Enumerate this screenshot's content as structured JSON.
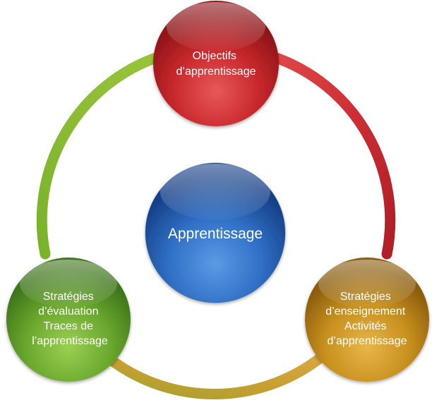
{
  "diagram": {
    "center": {
      "label": "Apprentissage",
      "color": "#2f6ec4"
    },
    "nodes": [
      {
        "id": "objectifs",
        "lines": [
          "Objectifs",
          "d’apprentissage"
        ],
        "color": "#c8282c"
      },
      {
        "id": "enseignement",
        "lines": [
          "Stratégies",
          "d’enseignement",
          "Activités",
          "d’apprentissage"
        ],
        "color": "#c8901e"
      },
      {
        "id": "evaluation",
        "lines": [
          "Stratégies",
          "d’évaluation",
          "Traces de",
          "l’apprentissage"
        ],
        "color": "#6aa82e"
      }
    ],
    "arcs": [
      {
        "id": "objectifs-to-enseignement",
        "color": "#cc2e34"
      },
      {
        "id": "enseignement-to-evaluation",
        "color": "#c8a030"
      },
      {
        "id": "evaluation-to-objectifs",
        "color": "#8cbc34"
      }
    ]
  }
}
